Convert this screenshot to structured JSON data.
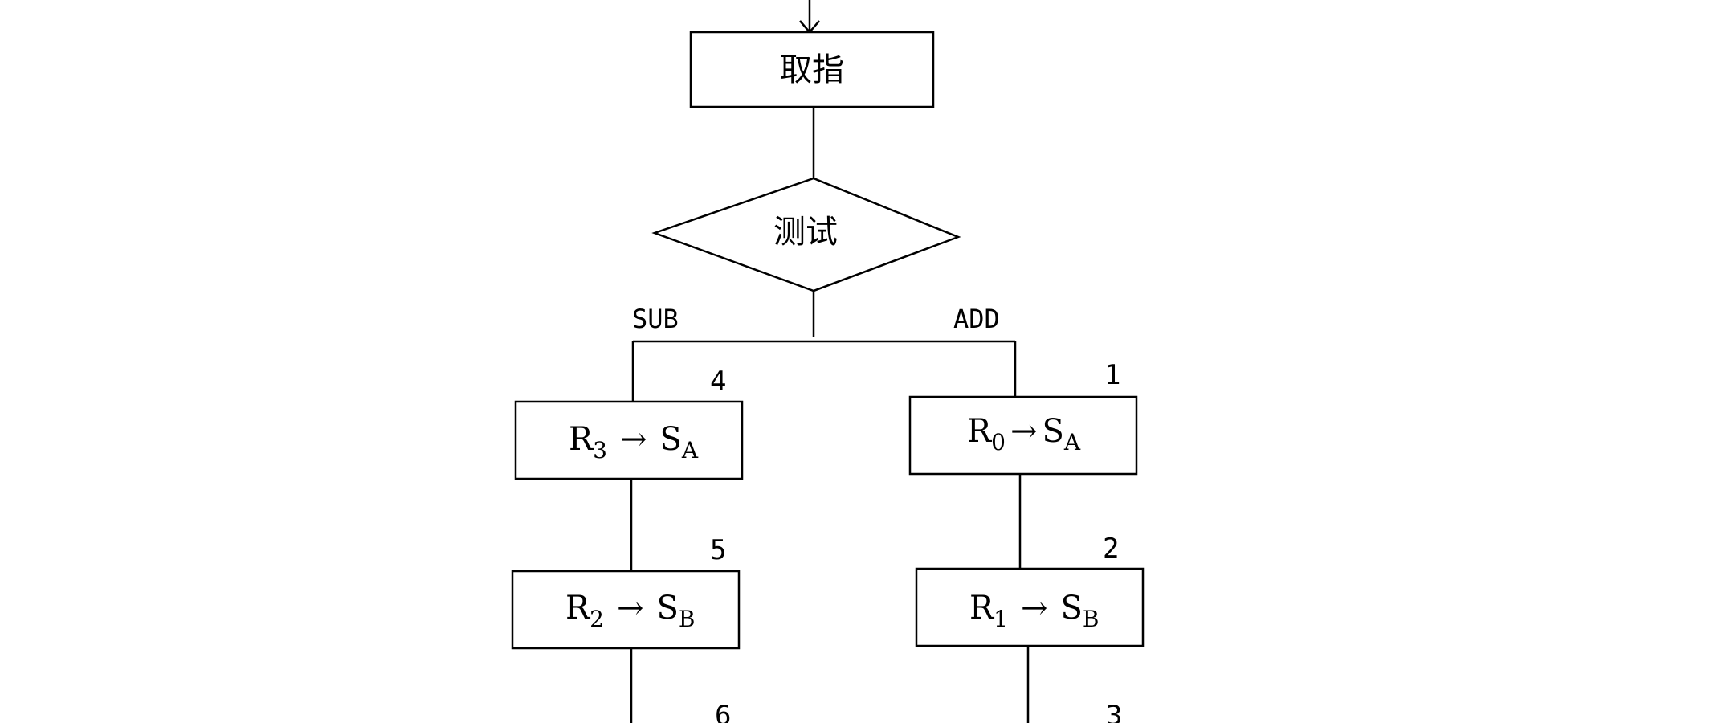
{
  "fetch": {
    "label": "取指"
  },
  "test": {
    "label": "测试"
  },
  "branches": {
    "sub_label": "SUB",
    "add_label": "ADD"
  },
  "sub_branch": {
    "box1": {
      "step": "4",
      "reg": "R",
      "reg_sub": "3",
      "arrow": "→",
      "dst": "S",
      "dst_sub": "A"
    },
    "box2": {
      "step": "5",
      "reg": "R",
      "reg_sub": "2",
      "arrow": "→",
      "dst": "S",
      "dst_sub": "B"
    },
    "next_step": "6"
  },
  "add_branch": {
    "box1": {
      "step": "1",
      "reg": "R",
      "reg_sub": "0",
      "arrow": "→",
      "dst": "S",
      "dst_sub": "A"
    },
    "box2": {
      "step": "2",
      "reg": "R",
      "reg_sub": "1",
      "arrow": "→",
      "dst": "S",
      "dst_sub": "B"
    },
    "next_step": "3"
  }
}
